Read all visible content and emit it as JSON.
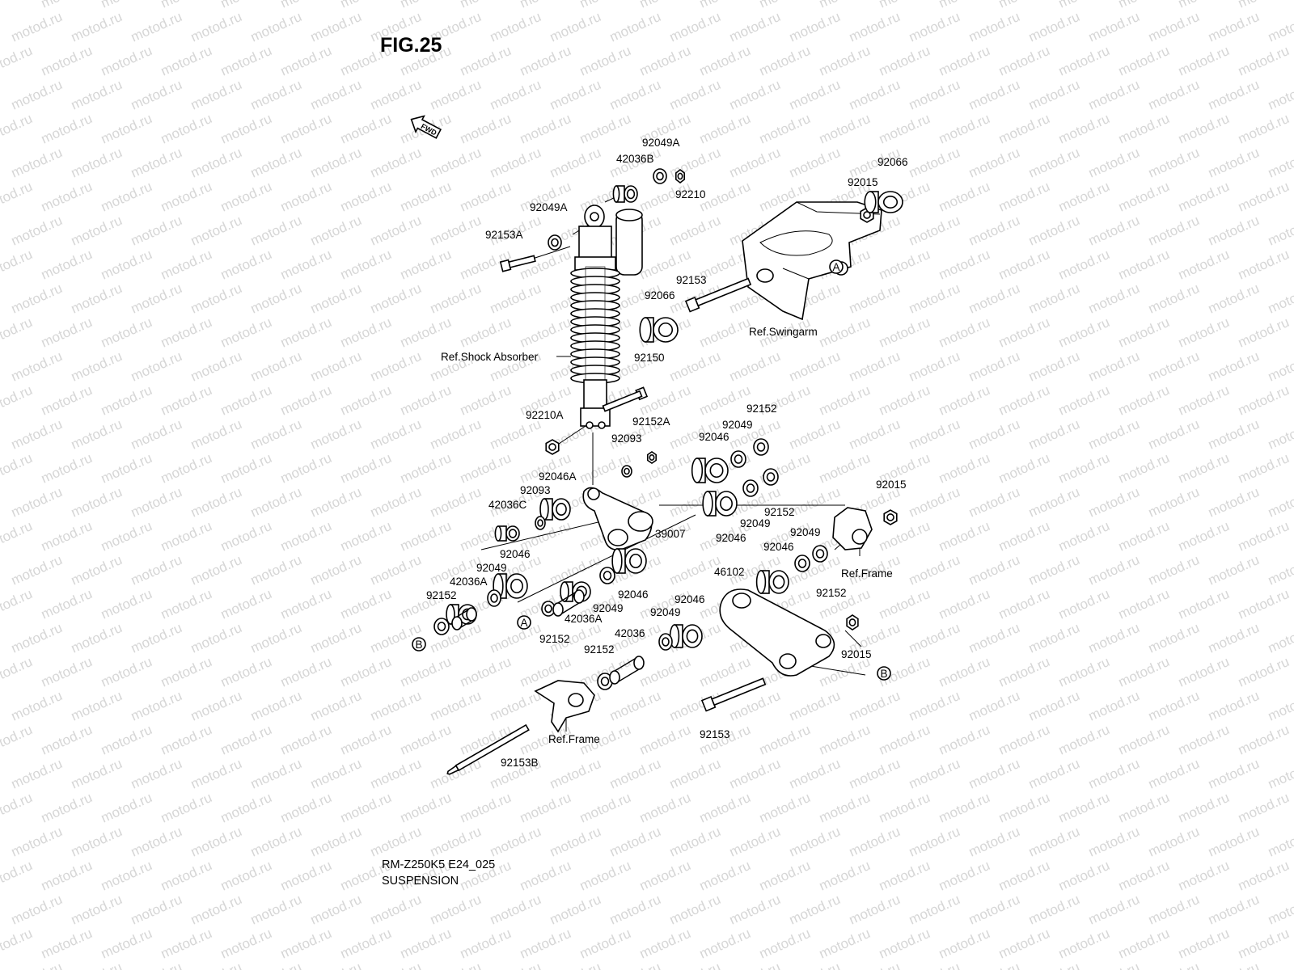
{
  "figure": {
    "title": "FIG.25",
    "fwd_label": "FWD",
    "model_code": "RM-Z250K5 E24_025",
    "section_name": "SUSPENSION"
  },
  "watermark": "motod.ru",
  "references": {
    "shock_absorber": "Ref.Shock Absorber",
    "swingarm": "Ref.Swingarm",
    "frame_right": "Ref.Frame",
    "frame_bottom": "Ref.Frame",
    "marker_a": "A",
    "marker_b": "B"
  },
  "parts": {
    "p_92049A_top": "92049A",
    "p_42036B": "42036B",
    "p_92210": "92210",
    "p_92049A_left": "92049A",
    "p_92153A": "92153A",
    "p_92066_top": "92066",
    "p_92015_top": "92015",
    "p_92153_top": "92153",
    "p_92066_mid": "92066",
    "p_92150": "92150",
    "p_92210A": "92210A",
    "p_92152A": "92152A",
    "p_92093_top": "92093",
    "p_92046_r1": "92046",
    "p_92049_r1": "92049",
    "p_92152_r1": "92152",
    "p_92046A": "92046A",
    "p_92093_left": "92093",
    "p_42036C": "42036C",
    "p_92152_r2": "92152",
    "p_92049_r2": "92049",
    "p_92046_r2": "92046",
    "p_39007": "39007",
    "p_92015_right": "92015",
    "p_92049_r3": "92049",
    "p_92046_r3": "92046",
    "p_92152_r3": "92152",
    "p_92046_left": "92046",
    "p_92049_left": "92049",
    "p_42036A_left": "42036A",
    "p_92152_left": "92152",
    "p_46102": "46102",
    "p_92046_mid": "92046",
    "p_92049_mid": "92049",
    "p_92046_lower": "92046",
    "p_42036A_mid": "42036A",
    "p_92049_lower": "92049",
    "p_92152_mid": "92152",
    "p_42036": "42036",
    "p_92152_bottom": "92152",
    "p_92015_bottom": "92015",
    "p_92153_bottom": "92153",
    "p_92153B": "92153B"
  }
}
